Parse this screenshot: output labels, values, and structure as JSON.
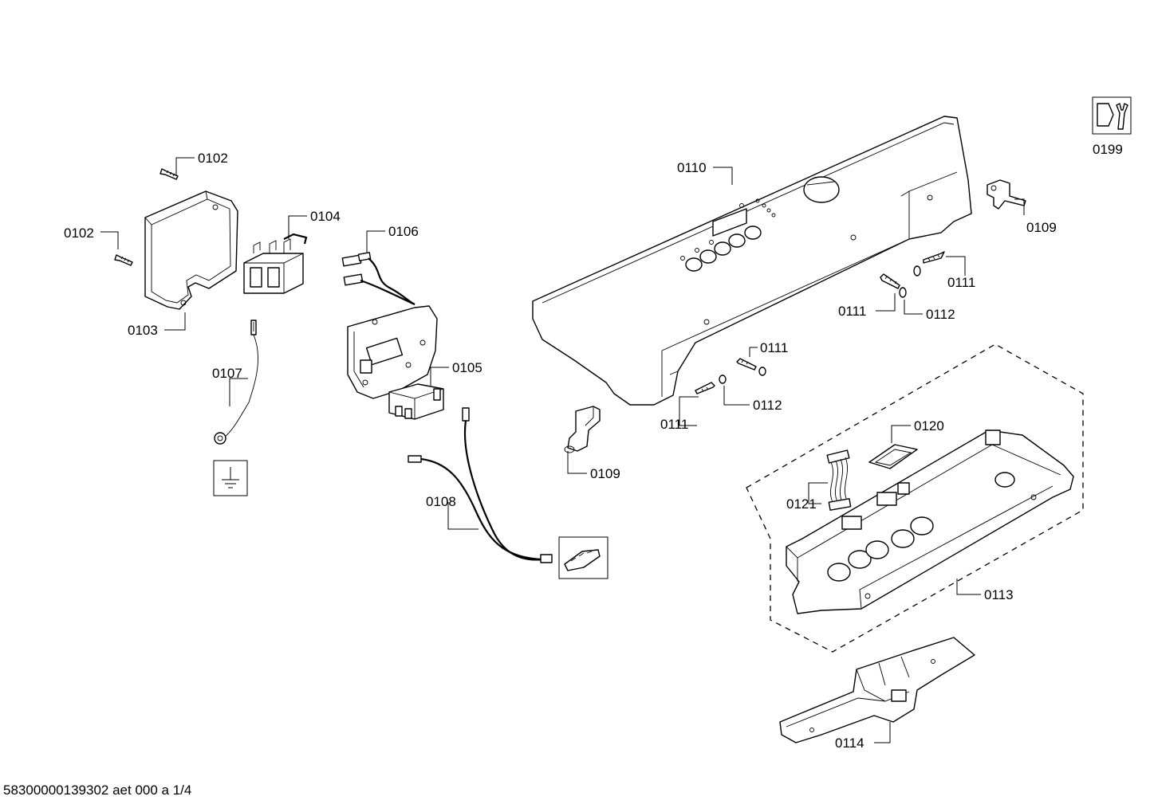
{
  "labels": {
    "p0102a": "0102",
    "p0102b": "0102",
    "p0103": "0103",
    "p0104": "0104",
    "p0105": "0105",
    "p0106": "0106",
    "p0107": "0107",
    "p0108": "0108",
    "p0109a": "0109",
    "p0109b": "0109",
    "p0110": "0110",
    "p0111a": "0111",
    "p0111b": "0111",
    "p0111c": "0111",
    "p0111d": "0111",
    "p0112a": "0112",
    "p0112b": "0112",
    "p0113": "0113",
    "p0114": "0114",
    "p0120": "0120",
    "p0121": "0121",
    "p0199": "0199"
  },
  "icons": [
    "ground-symbol-icon",
    "service-kit-icon",
    "connector-plug-icon"
  ],
  "footer": "58300000139302 aet 000 a 1/4"
}
